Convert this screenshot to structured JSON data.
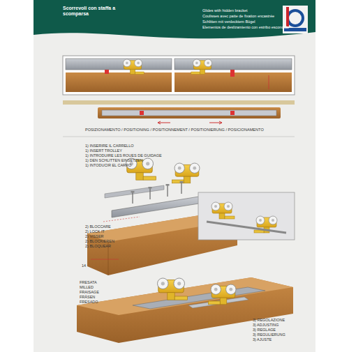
{
  "diagram": {
    "title": "Scorrevoli con staffa a scomparsa",
    "labels": [
      "Glides with hidden bracket",
      "Coulisses avec patte de fixation encastrée",
      "Schlitten mit verdecktem Bügel",
      "Elementos de deslizamiento con estribo escondido",
      "POSIZIONAMENTO / POSITIONING / POSITIONNEMENT / POSITIONIERUNG / POSICIONAMENTO",
      "1) INSERIRE IL CARRELLO",
      "1) INSERT TROLLEY",
      "1) INTRODUIRE LES ROUES DE GUIDAGE",
      "1) DEN SCHLITTEN EINSETZEN",
      "1) INTODUCIR EL CARRO",
      "2) BLOCCARE",
      "2) LOCK IT",
      "2) VISSER",
      "2) BLOCKIEREN",
      "2) BLOQUEAR",
      "FRESATA",
      "MILLED",
      "FRAISAGE",
      "FRÄSEN",
      "FRESADO",
      "3) REGOLAZIONE",
      "3) ADJUSTING",
      "3) REGLAGE",
      "3) REGULIERUNG",
      "3) AJUSTE",
      "14"
    ]
  }
}
